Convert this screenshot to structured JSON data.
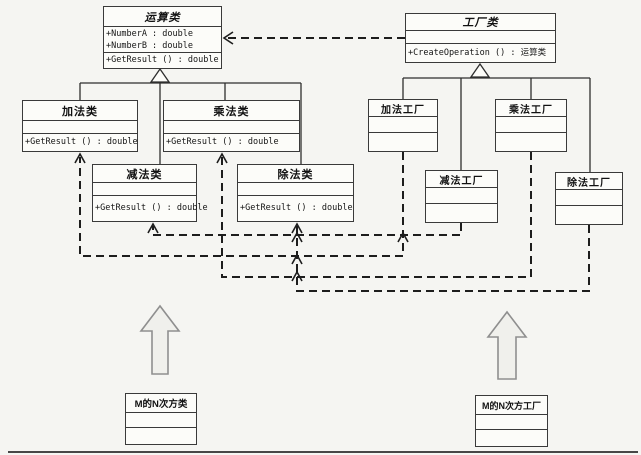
{
  "diagram_type": "uml-class-diagram",
  "classes": [
    {
      "title": "运算类",
      "abstract": true,
      "attributes": [
        "+NumberA : double",
        "+NumberB : double"
      ],
      "operations": [
        "+GetResult () : double"
      ]
    },
    {
      "title": "工厂类",
      "abstract": true,
      "attributes": [],
      "operations": [
        "+CreateOperation () : 运算类"
      ]
    },
    {
      "title": "加法类",
      "abstract": false,
      "attributes": [],
      "operations": [
        "+GetResult () : double"
      ]
    },
    {
      "title": "乘法类",
      "abstract": false,
      "attributes": [],
      "operations": [
        "+GetResult () : double"
      ]
    },
    {
      "title": "减法类",
      "abstract": false,
      "attributes": [],
      "operations": [
        "+GetResult () : double"
      ]
    },
    {
      "title": "除法类",
      "abstract": false,
      "attributes": [],
      "operations": [
        "+GetResult () : double"
      ]
    },
    {
      "title": "加法工厂",
      "abstract": false,
      "attributes": [],
      "operations": []
    },
    {
      "title": "乘法工厂",
      "abstract": false,
      "attributes": [],
      "operations": []
    },
    {
      "title": "减法工厂",
      "abstract": false,
      "attributes": [],
      "operations": []
    },
    {
      "title": "除法工厂",
      "abstract": false,
      "attributes": [],
      "operations": []
    },
    {
      "title": "M的N次方类",
      "abstract": false,
      "attributes": [],
      "operations": []
    },
    {
      "title": "M的N次方工厂",
      "abstract": false,
      "attributes": [],
      "operations": []
    }
  ],
  "relationships": {
    "generalization_left_children": [
      "加法类",
      "乘法类",
      "减法类",
      "除法类"
    ],
    "generalization_right_children": [
      "加法工厂",
      "乘法工厂",
      "减法工厂",
      "除法工厂"
    ],
    "dependency_factory_to_operation": "工厂类 --> 运算类",
    "dependencies": [
      "加法工厂 --> 加法类",
      "乘法工厂 --> 乘法类",
      "减法工厂 --> 减法类",
      "除法工厂 --> 除法类"
    ]
  },
  "colors": {
    "background": "#f5f5f2",
    "line": "#2e2e2e",
    "box_fill": "#fcfcf9",
    "big_arrow_fill": "#f0f0ec",
    "big_arrow_stroke": "#8f8f8f",
    "scan_edge": "#474747"
  }
}
